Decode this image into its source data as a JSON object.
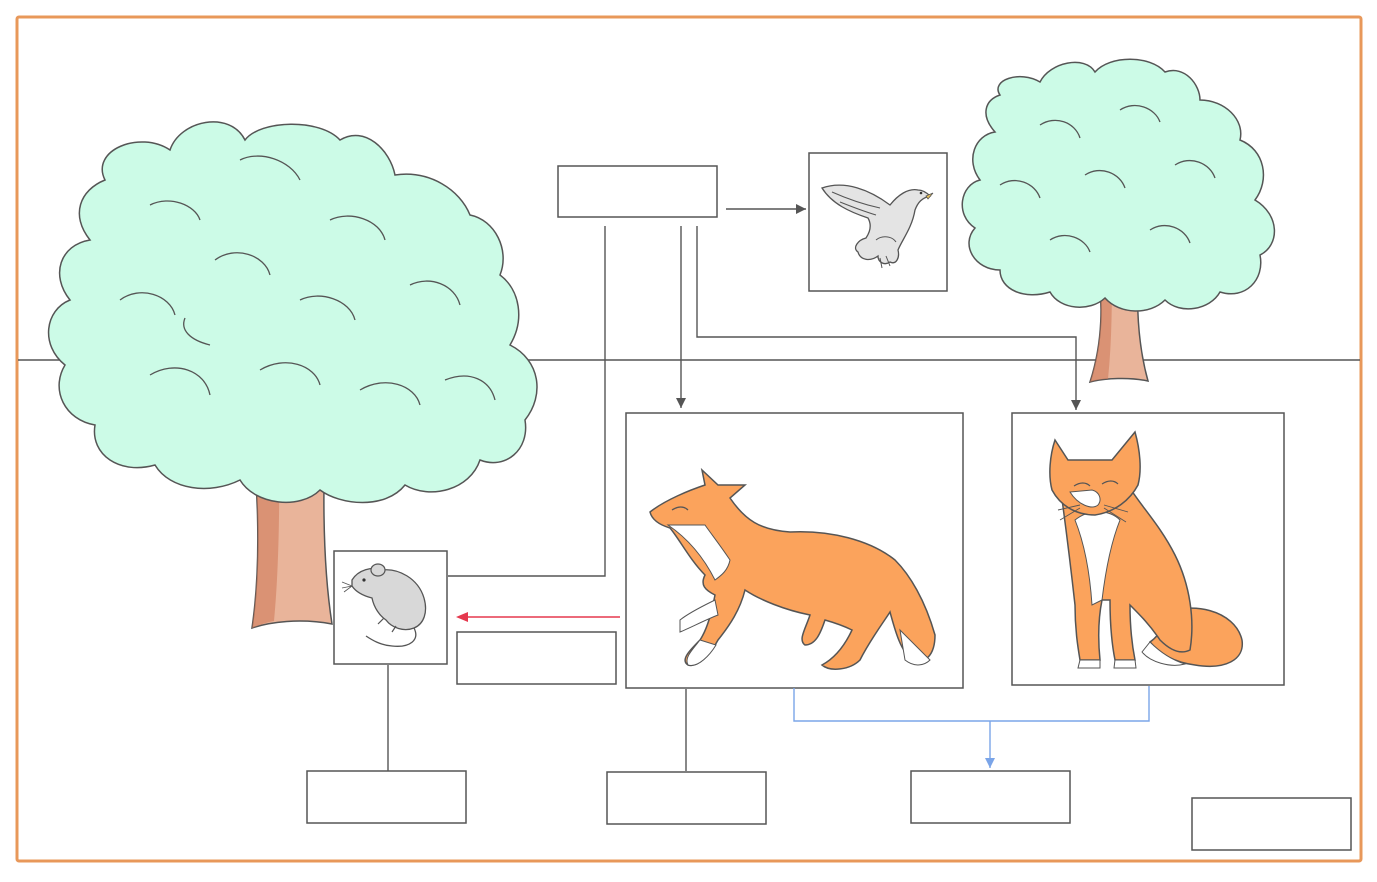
{
  "diagram": {
    "kind": "food-chain-worksheet",
    "colors": {
      "frame": "#E8985A",
      "ground_line": "#555555",
      "foliage": "#CCFBE7",
      "trunk": "#E9B49A",
      "trunk_shadow": "#CD7656",
      "outline": "#555555",
      "fox": "#FBA35C",
      "mouse": "#D8D8D8",
      "hawk": "#E4E4E4",
      "arrow_gray": "#555555",
      "arrow_red": "#E5384E",
      "arrow_blue": "#7BA5E8"
    },
    "labels": {
      "top_center": "",
      "below_mouse_arrow": "",
      "under_mouse": "",
      "under_fox_hunting": "",
      "under_blue_merge": "",
      "bottom_right": ""
    },
    "icons": [
      "tree-large",
      "tree-small",
      "hawk-icon",
      "mouse-icon",
      "fox-walking-icon",
      "fox-sitting-icon"
    ]
  }
}
